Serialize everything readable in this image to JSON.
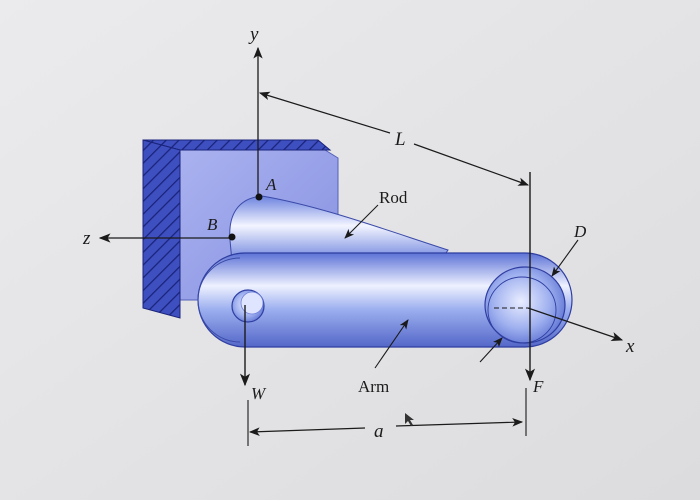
{
  "labels": {
    "y_axis": "y",
    "z_axis": "z",
    "x_axis": "x",
    "point_a": "A",
    "point_b": "B",
    "length": "L",
    "rod": "Rod",
    "arm": "Arm",
    "diameter": "D",
    "weight": "W",
    "force": "F",
    "offset": "a"
  },
  "colors": {
    "background": "#cfd0d1",
    "paper": "#e6e6e8",
    "wall": "#8b94e2",
    "wall_dark": "#2f3ca5",
    "body_blue": "#6f86e6",
    "highlight": "#eef1ff",
    "line": "#1b1b1b"
  }
}
